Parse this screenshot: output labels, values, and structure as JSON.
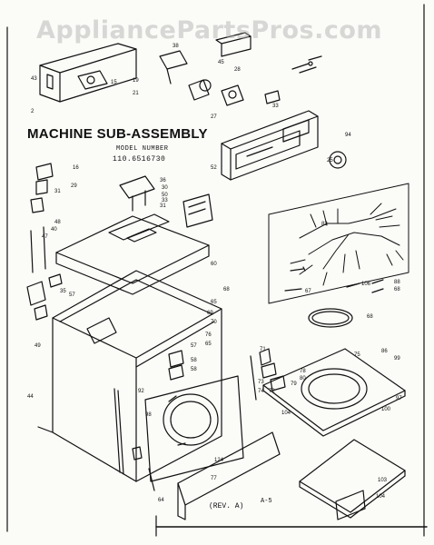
{
  "watermark": "AppliancePartsPros.com",
  "title": "MACHINE SUB-ASSEMBLY",
  "model_label": "MODEL NUMBER",
  "model_number": "110.6516730",
  "revision": "(REV. A)",
  "page_code": "A-5",
  "colors": {
    "ink": "#111111",
    "paper": "#fbfbf8",
    "watermark": "#aaaaaa"
  },
  "callouts": [
    {
      "label": "43"
    },
    {
      "label": "2"
    },
    {
      "label": "21"
    },
    {
      "label": "15"
    },
    {
      "label": "38"
    },
    {
      "label": "28"
    },
    {
      "label": "19"
    },
    {
      "label": "33"
    },
    {
      "label": "27"
    },
    {
      "label": "45"
    },
    {
      "label": "52"
    },
    {
      "label": "94"
    },
    {
      "label": "25"
    },
    {
      "label": "16"
    },
    {
      "label": "29"
    },
    {
      "label": "31"
    },
    {
      "label": "30"
    },
    {
      "label": "36"
    },
    {
      "label": "50"
    },
    {
      "label": "33"
    },
    {
      "label": "31"
    },
    {
      "label": "60"
    },
    {
      "label": "48"
    },
    {
      "label": "40"
    },
    {
      "label": "47"
    },
    {
      "label": "35"
    },
    {
      "label": "57"
    },
    {
      "label": "68"
    },
    {
      "label": "65"
    },
    {
      "label": "83"
    },
    {
      "label": "67"
    },
    {
      "label": "106"
    },
    {
      "label": "88"
    },
    {
      "label": "68"
    },
    {
      "label": "68"
    },
    {
      "label": "69"
    },
    {
      "label": "70"
    },
    {
      "label": "76"
    },
    {
      "label": "65"
    },
    {
      "label": "57"
    },
    {
      "label": "58"
    },
    {
      "label": "58"
    },
    {
      "label": "71"
    },
    {
      "label": "78"
    },
    {
      "label": "80"
    },
    {
      "label": "73"
    },
    {
      "label": "72"
    },
    {
      "label": "74"
    },
    {
      "label": "79"
    },
    {
      "label": "75"
    },
    {
      "label": "86"
    },
    {
      "label": "99"
    },
    {
      "label": "97"
    },
    {
      "label": "100"
    },
    {
      "label": "49"
    },
    {
      "label": "44"
    },
    {
      "label": "98"
    },
    {
      "label": "92"
    },
    {
      "label": "104"
    },
    {
      "label": "124"
    },
    {
      "label": "77"
    },
    {
      "label": "103"
    },
    {
      "label": "104"
    },
    {
      "label": "64"
    }
  ]
}
